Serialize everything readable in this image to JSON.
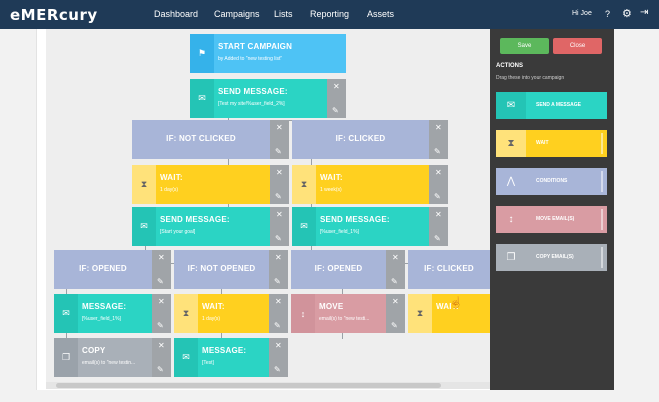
{
  "brand": {
    "logo": "eMERcury"
  },
  "nav": [
    "Dashboard",
    "Campaigns",
    "Lists",
    "Reporting",
    "Assets"
  ],
  "user": {
    "greeting": "Hi Joe"
  },
  "icons": {
    "help": "?",
    "settings": "gear-icon",
    "logout": "logout-icon"
  },
  "panel": {
    "save": "Save",
    "close": "Close",
    "section": "ACTIONS",
    "hint": "Drag these into your campaign",
    "items": [
      {
        "label": "SEND A MESSAGE",
        "icon": "envelope-icon"
      },
      {
        "label": "WAIT",
        "icon": "hourglass-icon"
      },
      {
        "label": "CONDITIONS",
        "icon": "branch-icon"
      },
      {
        "label": "MOVE EMAIL(S)",
        "icon": "move-arrows-icon"
      },
      {
        "label": "COPY EMAIL(S)",
        "icon": "copy-icon"
      }
    ]
  },
  "nodes": {
    "start": {
      "title": "START CAMPAIGN",
      "sub": "by Added to \"new testing list\""
    },
    "send1": {
      "title": "SEND MESSAGE:",
      "sub": "[Test my site!%user_field_2%]"
    },
    "if_not_clicked": {
      "title": "IF: NOT CLICKED"
    },
    "if_clicked": {
      "title": "IF: CLICKED"
    },
    "wait1": {
      "title": "WAIT:",
      "sub": "1 day(s)"
    },
    "wait2": {
      "title": "WAIT:",
      "sub": "1 week(s)"
    },
    "send2": {
      "title": "SEND MESSAGE:",
      "sub": "[Start your goal]"
    },
    "send3": {
      "title": "SEND MESSAGE:",
      "sub": "[%user_field_1%]"
    },
    "if_opened1": {
      "title": "IF: OPENED"
    },
    "if_not_opened": {
      "title": "IF: NOT OPENED"
    },
    "if_opened2": {
      "title": "IF: OPENED"
    },
    "if_clicked2": {
      "title": "IF: CLICKED"
    },
    "message": {
      "title": "MESSAGE:",
      "sub": "[%user_field_1%]"
    },
    "wait3": {
      "title": "WAIT:",
      "sub": "1 day(s)"
    },
    "move": {
      "title": "MOVE",
      "sub": "email(s) to \"new testi..."
    },
    "wait4": {
      "title": "WAIT:"
    },
    "copy": {
      "title": "COPY",
      "sub": "email(s) to \"new testin..."
    },
    "message2": {
      "title": "MESSAGE:",
      "sub": "[Test]"
    }
  },
  "colors": {
    "topbar": "#1f3a57",
    "save": "#5cb85c",
    "close": "#e06666",
    "send": "#2bd4c4",
    "start": "#4ec3f5",
    "wait": "#ffd01f",
    "condition": "#a8b5d8",
    "move": "#d99ca3",
    "copy": "#a9b0b8"
  }
}
